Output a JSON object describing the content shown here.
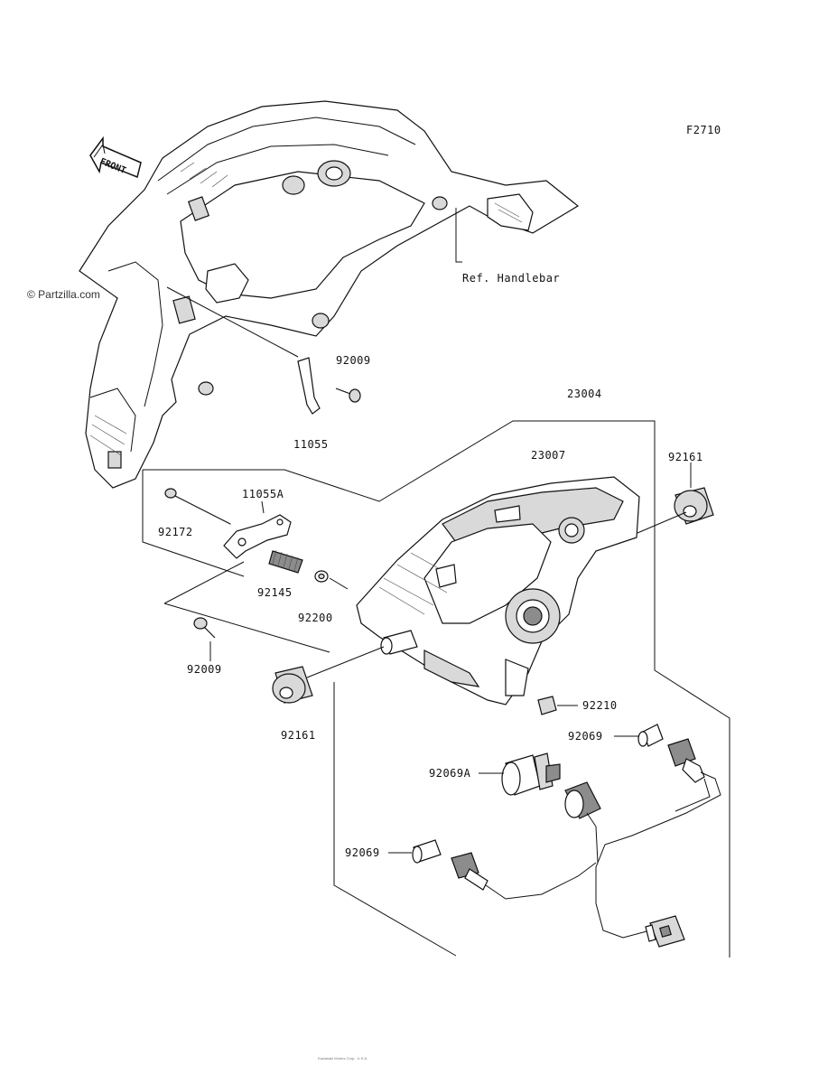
{
  "diagram": {
    "figure_code": "F2710",
    "watermark": "© Partzilla.com",
    "front_arrow": "FRONT",
    "reference_label": "Ref. Handlebar",
    "part_labels": {
      "p92009_top": "92009",
      "p11055": "11055",
      "p23004": "23004",
      "p23007": "23007",
      "p92161_right": "92161",
      "p11055A": "11055A",
      "p92172": "92172",
      "p92145": "92145",
      "p92200": "92200",
      "p92009_left": "92009",
      "p92161_left": "92161",
      "p92210": "92210",
      "p92069_upper": "92069",
      "p92069A": "92069A",
      "p92069_lower": "92069"
    },
    "footer": "Kawasaki Motors Corp., U.S.A."
  }
}
